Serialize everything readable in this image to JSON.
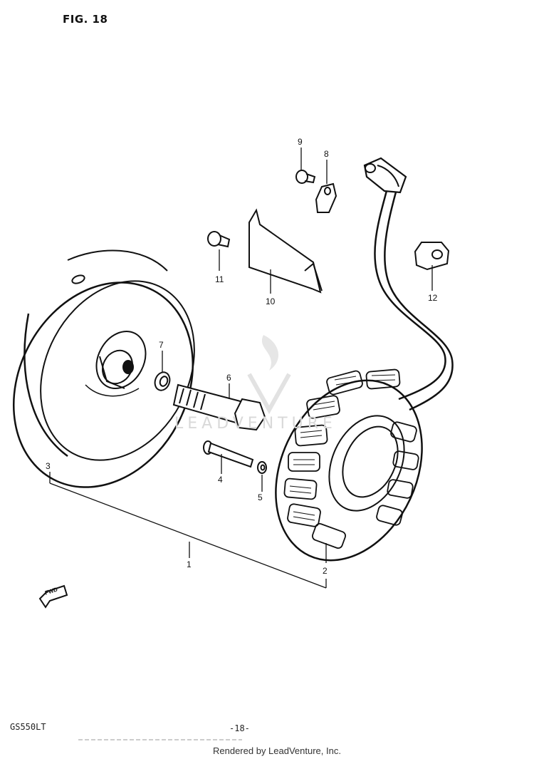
{
  "figure": {
    "title": "FIG. 18"
  },
  "callouts": [
    {
      "id": "1",
      "label": "1"
    },
    {
      "id": "2",
      "label": "2"
    },
    {
      "id": "3",
      "label": "3"
    },
    {
      "id": "4",
      "label": "4"
    },
    {
      "id": "5",
      "label": "5"
    },
    {
      "id": "6",
      "label": "6"
    },
    {
      "id": "7",
      "label": "7"
    },
    {
      "id": "8",
      "label": "8"
    },
    {
      "id": "9",
      "label": "9"
    },
    {
      "id": "10",
      "label": "10"
    },
    {
      "id": "11",
      "label": "11"
    },
    {
      "id": "12",
      "label": "12"
    }
  ],
  "direction_badge": "FWD",
  "footer": {
    "model": "GS550LT",
    "page": "-18-",
    "credit": "Rendered by LeadVenture, Inc."
  },
  "watermark": "LEADVENTURE"
}
